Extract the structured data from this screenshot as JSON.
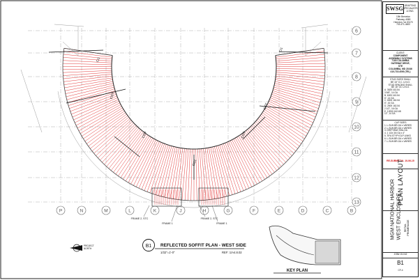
{
  "firm": {
    "logo": "SWSG",
    "tagline_lines": [
      "DRAFTING",
      "SPECIALISTS",
      "& ENG."
    ],
    "address_lines": [
      "10th Breneton",
      "Parkway, #580",
      "Herndon, Va 20170",
      "703-471-4600"
    ]
  },
  "client": {
    "heading": "CLIENT:",
    "lines": [
      "COMPONENT",
      "ASSEMBLY SYSTEMS",
      "7100 COLUMBIA",
      "GATEWAY DRIVE,",
      "STE",
      "COLUMBIA, MD 21046",
      "410-715-4000 (TEL)"
    ]
  },
  "stud_notes": [
    "STUD SIZES SHALL",
    "BE 16\" O.C. U.N.O.",
    "STUD SPACING SHALL",
    "BE 16\" OC U.N.O."
  ],
  "stud_list": [
    {
      "id": "A",
      "text": "3625 162-54",
      "sub": "3 5/8\", 14 GA"
    },
    {
      "id": "B",
      "text": "6000 162-54",
      "sub": "6\", 14 GA"
    },
    {
      "id": "C",
      "text": "6000 162-54",
      "sub": "6\", 16 GA"
    },
    {
      "id": "D",
      "text": "2500 162-54",
      "sub": "2 1/2\", 16 GA"
    },
    {
      "id": "E",
      "text": "12000 162-68",
      "sub": "12\", 14 GA"
    }
  ],
  "clip_heading": "CLIP SIZES",
  "clip_list": [
    "1. L-SUH-BR-GA x VARIES",
    "2. L-SUH-BR-GA x VARIES",
    "3. DRIFTWAY-SHA-GA",
    "4. 1 1/2x 3/4 GA x 4\"",
    "5. TIFA STYPYOLP LINKS",
    "6. L-SUH-BR-GA x VARIES",
    "7. L-SUH-BR-GA x VARIES"
  ],
  "stamp": "RE-SUBMITTAL 10-06-15",
  "sheet_title": "PLAN LAYOUT",
  "project_title": "MGM NATIONAL HARBOR",
  "project_subtitle": "WEST ENCLOSURE",
  "project_extra": [
    "RETAIL",
    "PROMENADE"
  ],
  "job_no": "JOB# 15-042",
  "sheet_no": "B1",
  "sheet_ref": "CF-4",
  "drawing": {
    "bubble": "B1",
    "title": "REFLECTED SOFFIT PLAN - WEST SIDE",
    "scale": "1/32\"=1'-0\"",
    "ref": "REF: 1/A4.8.02",
    "north_label_lines": [
      "PROJECT",
      "NORTH"
    ],
    "key_plan_label": "KEY PLAN"
  },
  "grid_row_labels": [
    "6",
    "7",
    "8",
    "9",
    "10",
    "11",
    "12",
    "13"
  ],
  "grid_col_labels": [
    "P",
    "N",
    "M",
    "L",
    "K",
    "J",
    "H",
    "G",
    "F",
    "E",
    "D",
    "C",
    "B"
  ],
  "section_cuts": [
    "CI1",
    "CI1",
    "CI07",
    "CI07",
    "CI04",
    "CI04",
    "CI01"
  ],
  "frame_notes": [
    "FRAME 2, STC",
    "FRAME 1",
    "FRAME 2, STC",
    "FRAME 1"
  ],
  "colors": {
    "soffit_lines": "#e02020",
    "ink": "#111111",
    "grid": "#9a9a9a",
    "stamp": "#d01010"
  }
}
